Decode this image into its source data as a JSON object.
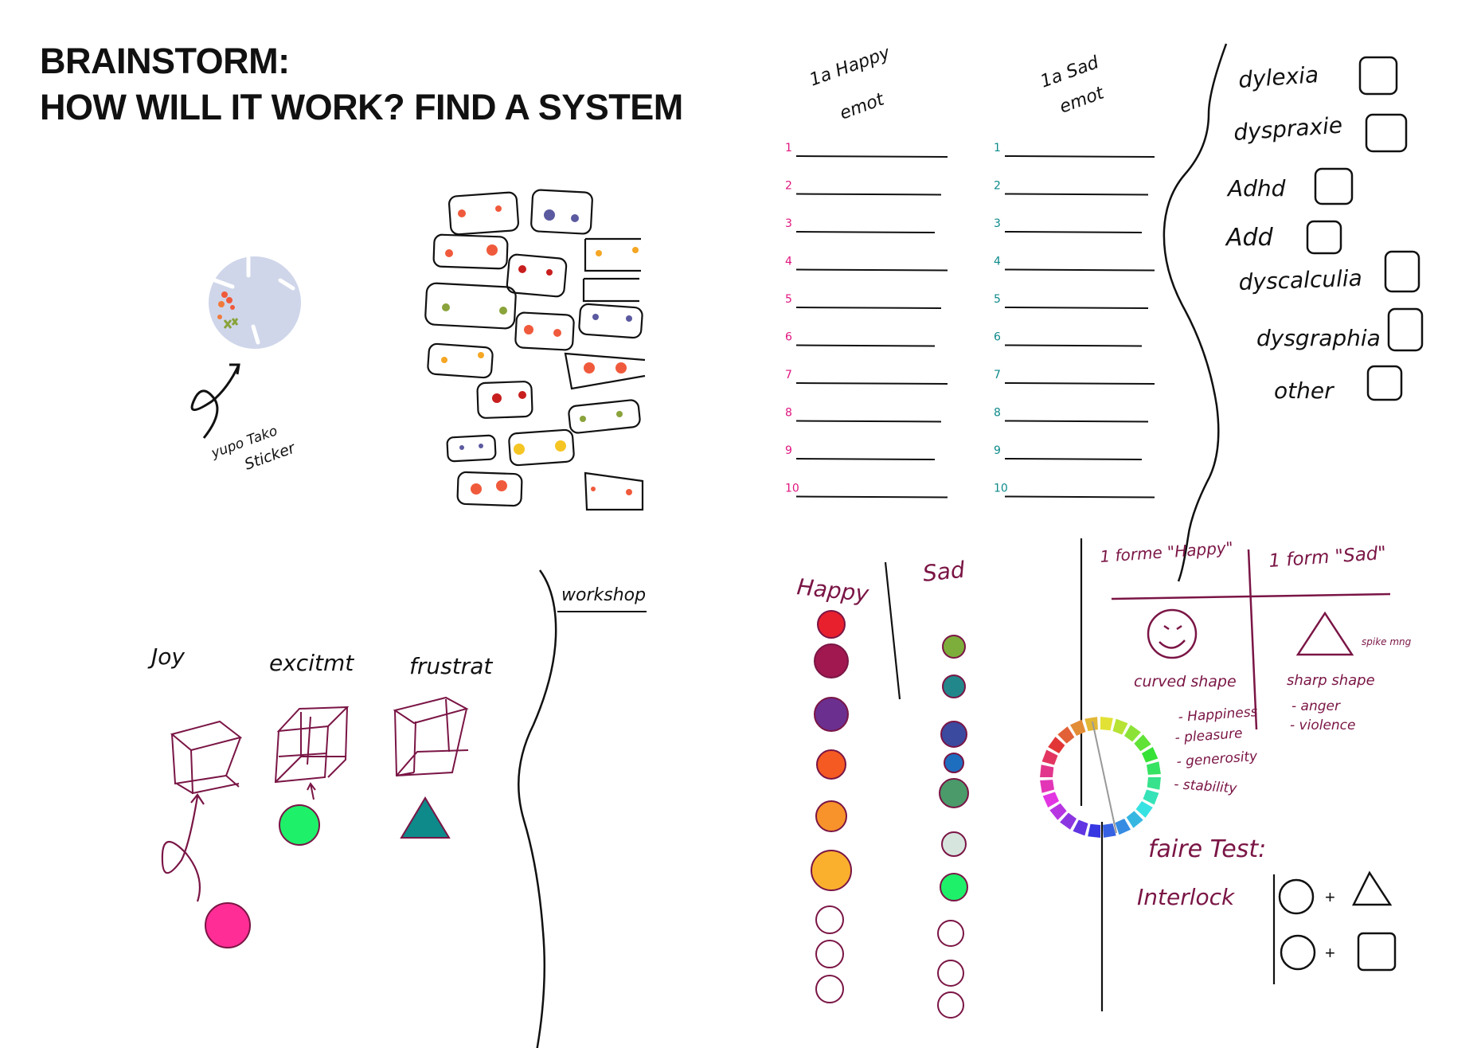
{
  "title": {
    "line1": "BRAINSTORM:",
    "line2": "HOW WILL IT WORK? FIND A SYSTEM"
  },
  "sticker": {
    "label_line1": "yupo Tako",
    "label_line2": "Sticker"
  },
  "emotion_lists": {
    "happy_header": [
      "1a Happy",
      "emot"
    ],
    "sad_header": [
      "1a Sad",
      "emot"
    ],
    "numbers": [
      "1",
      "2",
      "3",
      "4",
      "5",
      "6",
      "7",
      "8",
      "9",
      "10"
    ],
    "happy_number_color": "#e0157f",
    "sad_number_color": "#0e8a8a"
  },
  "conditions": [
    "dylexia",
    "dyspraxie",
    "Adhd",
    "Add",
    "dyscalculia",
    "dysgraphia",
    "other"
  ],
  "workshop": {
    "label": "workshop",
    "emotions": [
      "Joy",
      "excitmt",
      "frustrat"
    ],
    "colors": {
      "joy": "#ff2d95",
      "excitement": "#1ef06a",
      "frustration": "#0e8a8a"
    }
  },
  "color_columns": {
    "happy_label": "Happy",
    "sad_label": "Sad",
    "happy_colors": [
      "#e8202e",
      "#a0184f",
      "#6a2f8f",
      "#f45a22",
      "#f7932a",
      "#fbb02d"
    ],
    "sad_colors": [
      "#7dad3b",
      "#22878a",
      "#3b4a9e",
      "#1e6ec0",
      "#4a9a6a",
      "#d6e6de",
      "#1ef06a"
    ]
  },
  "shapes": {
    "happy_form": "1 forme \"Happy\"",
    "sad_form": "1 form \"Sad\"",
    "happy_shape_label": "curved shape",
    "happy_traits": [
      "- Happiness",
      "- pleasure",
      "- generosity",
      "- stability"
    ],
    "sad_spike_label": "spike mng",
    "sad_shape_label": "sharp shape",
    "sad_traits": [
      "- anger",
      "- violence"
    ],
    "test_title": "faire Test:",
    "test_label": "Interlock",
    "ink_color": "#7a1545"
  }
}
